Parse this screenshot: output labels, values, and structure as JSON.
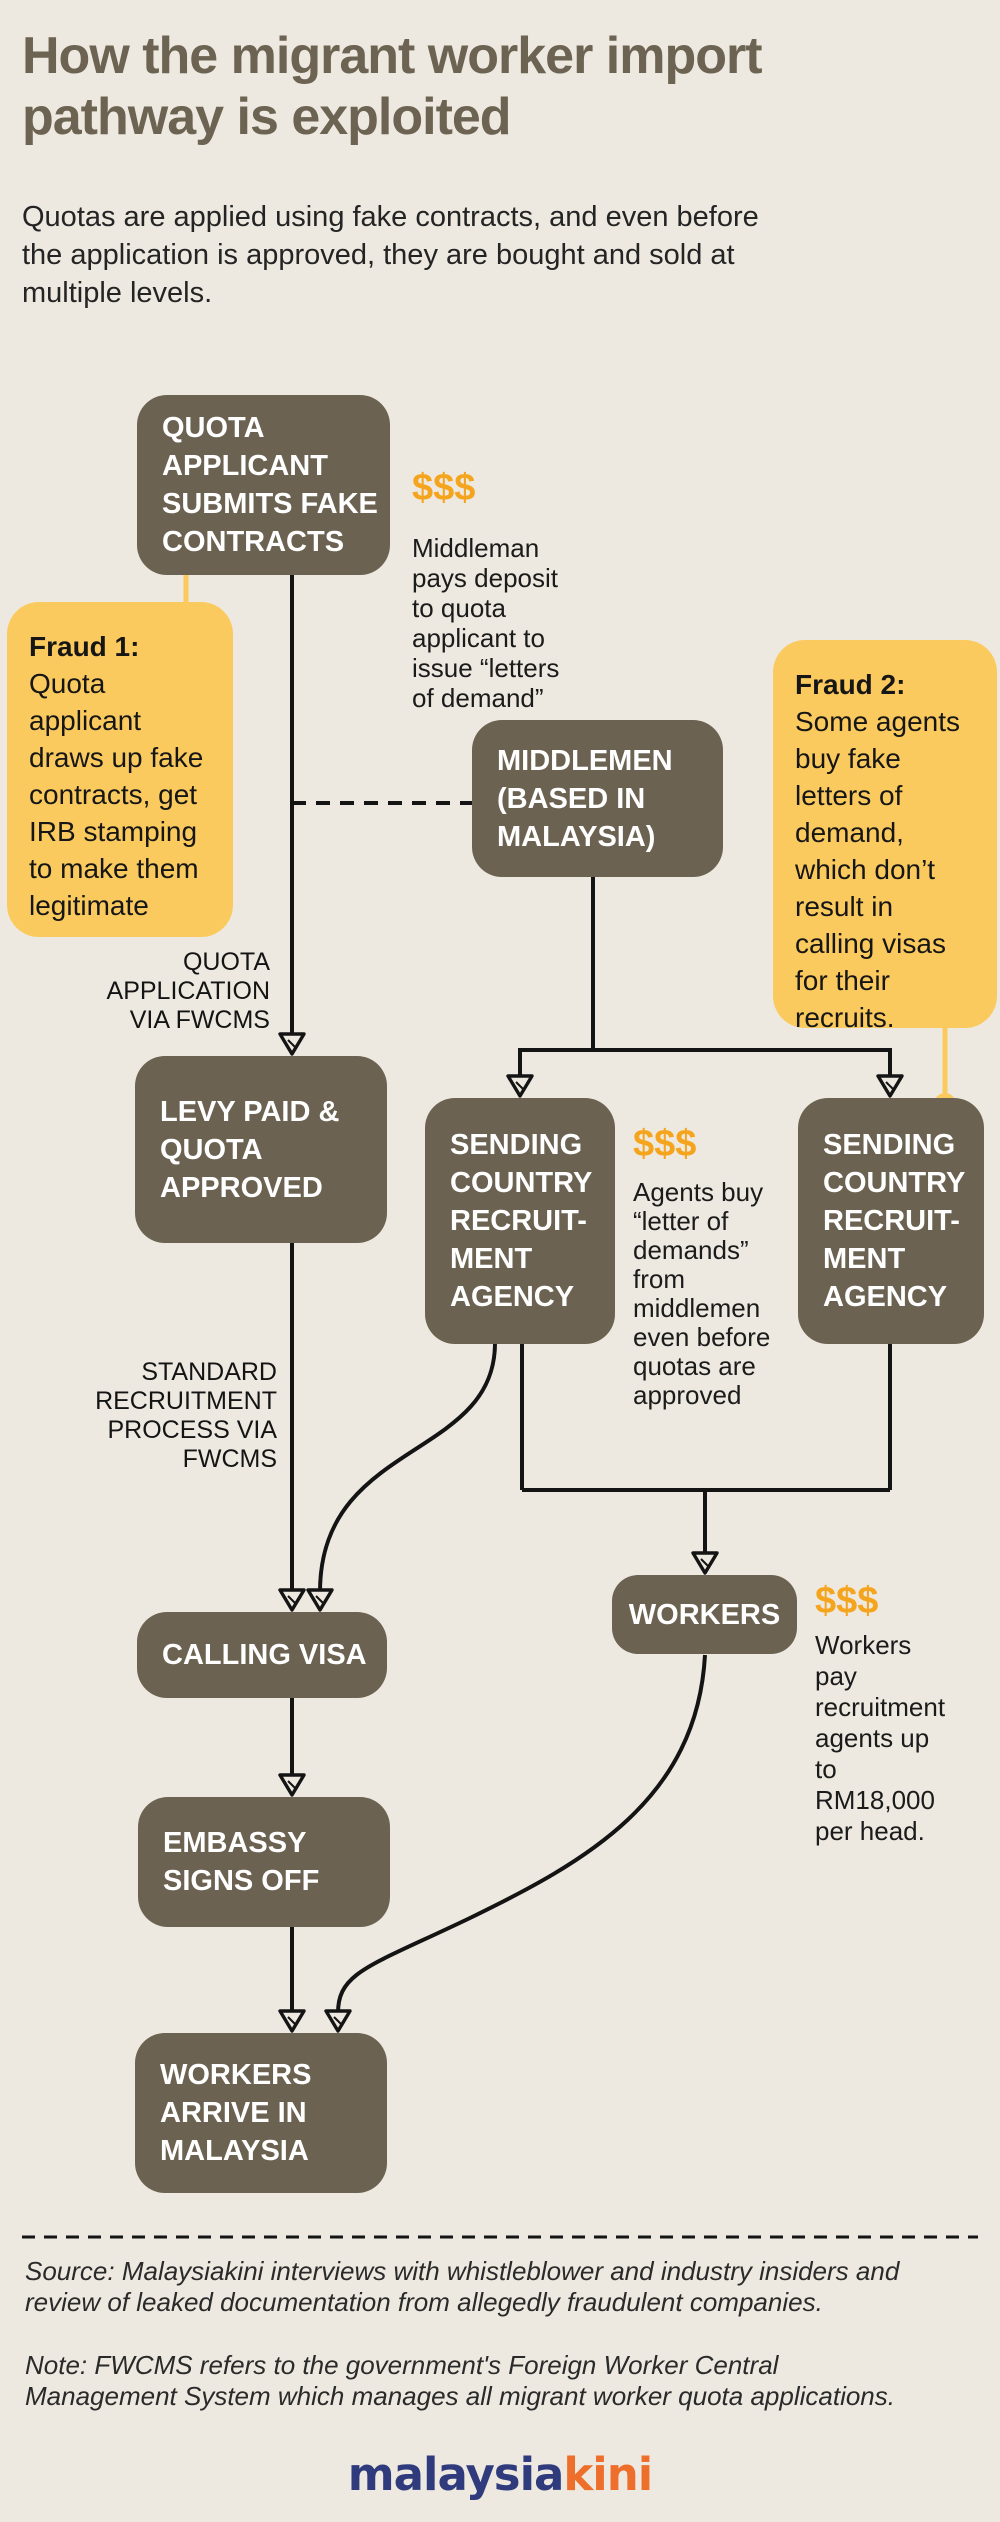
{
  "page": {
    "title": "How the migrant worker import\npathway is exploited",
    "subtitle": "Quotas are applied using fake contracts, and even before\nthe application is approved, they are bought and sold at\nmultiple levels."
  },
  "colors": {
    "background": "#EDE9E0",
    "node_fill": "#6B6251",
    "node_text": "#FFFFFF",
    "callout_fill": "#FBCA5E",
    "money": "#F5A41D",
    "line": "#141414",
    "logo_navy": "#2F3B7D",
    "logo_orange": "#EE6E2C"
  },
  "flow": {
    "node_quota_applicant": "QUOTA\nAPPLICANT\nSUBMITS FAKE\nCONTRACTS",
    "node_middlemen": "MIDDLEMEN\n(BASED IN\nMALAYSIA)",
    "node_levy": "LEVY PAID &\nQUOTA\nAPPROVED",
    "node_agency_left": "SENDING\nCOUNTRY\nRECRUIT-\nMENT\nAGENCY",
    "node_agency_right": "SENDING\nCOUNTRY\nRECRUIT-\nMENT\nAGENCY",
    "node_workers": "WORKERS",
    "node_calling_visa": "CALLING VISA",
    "node_embassy": "EMBASSY\nSIGNS OFF",
    "node_workers_arrive": "WORKERS\nARRIVE IN\nMALAYSIA"
  },
  "callouts": {
    "fraud1_title": "Fraud 1:",
    "fraud1_body": "Quota\napplicant\ndraws up fake\ncontracts, get\nIRB stamping\nto make them\nlegitimate",
    "fraud2_title": "Fraud 2:",
    "fraud2_body": "Some agents\nbuy fake\nletters of\ndemand,\nwhich don’t\nresult in\ncalling visas\nfor their\nrecruits."
  },
  "annotations": {
    "money": "$$$",
    "middleman_note": "Middleman\npays deposit\nto quota\napplicant to\nissue “letters\nof demand”",
    "agents_note": "Agents buy\n“letter of\ndemands”\nfrom\nmiddlemen\neven before\nquotas are\napproved",
    "workers_note": "Workers\npay\nrecruitment\nagents up\nto\nRM18,000\nper head.",
    "quota_application_label": "QUOTA\nAPPLICATION\nVIA FWCMS",
    "standard_process_label": "STANDARD\nRECRUITMENT\nPROCESS VIA\nFWCMS"
  },
  "footer": {
    "source": "Source: Malaysiakini interviews with whistleblower and industry insiders and\nreview of leaked documentation from allegedly fraudulent companies.",
    "note": "Note: FWCMS refers to the government's Foreign Worker Central\nManagement System which manages all migrant worker quota applications.",
    "logo_part1": "malaysia",
    "logo_part2": "kini"
  }
}
